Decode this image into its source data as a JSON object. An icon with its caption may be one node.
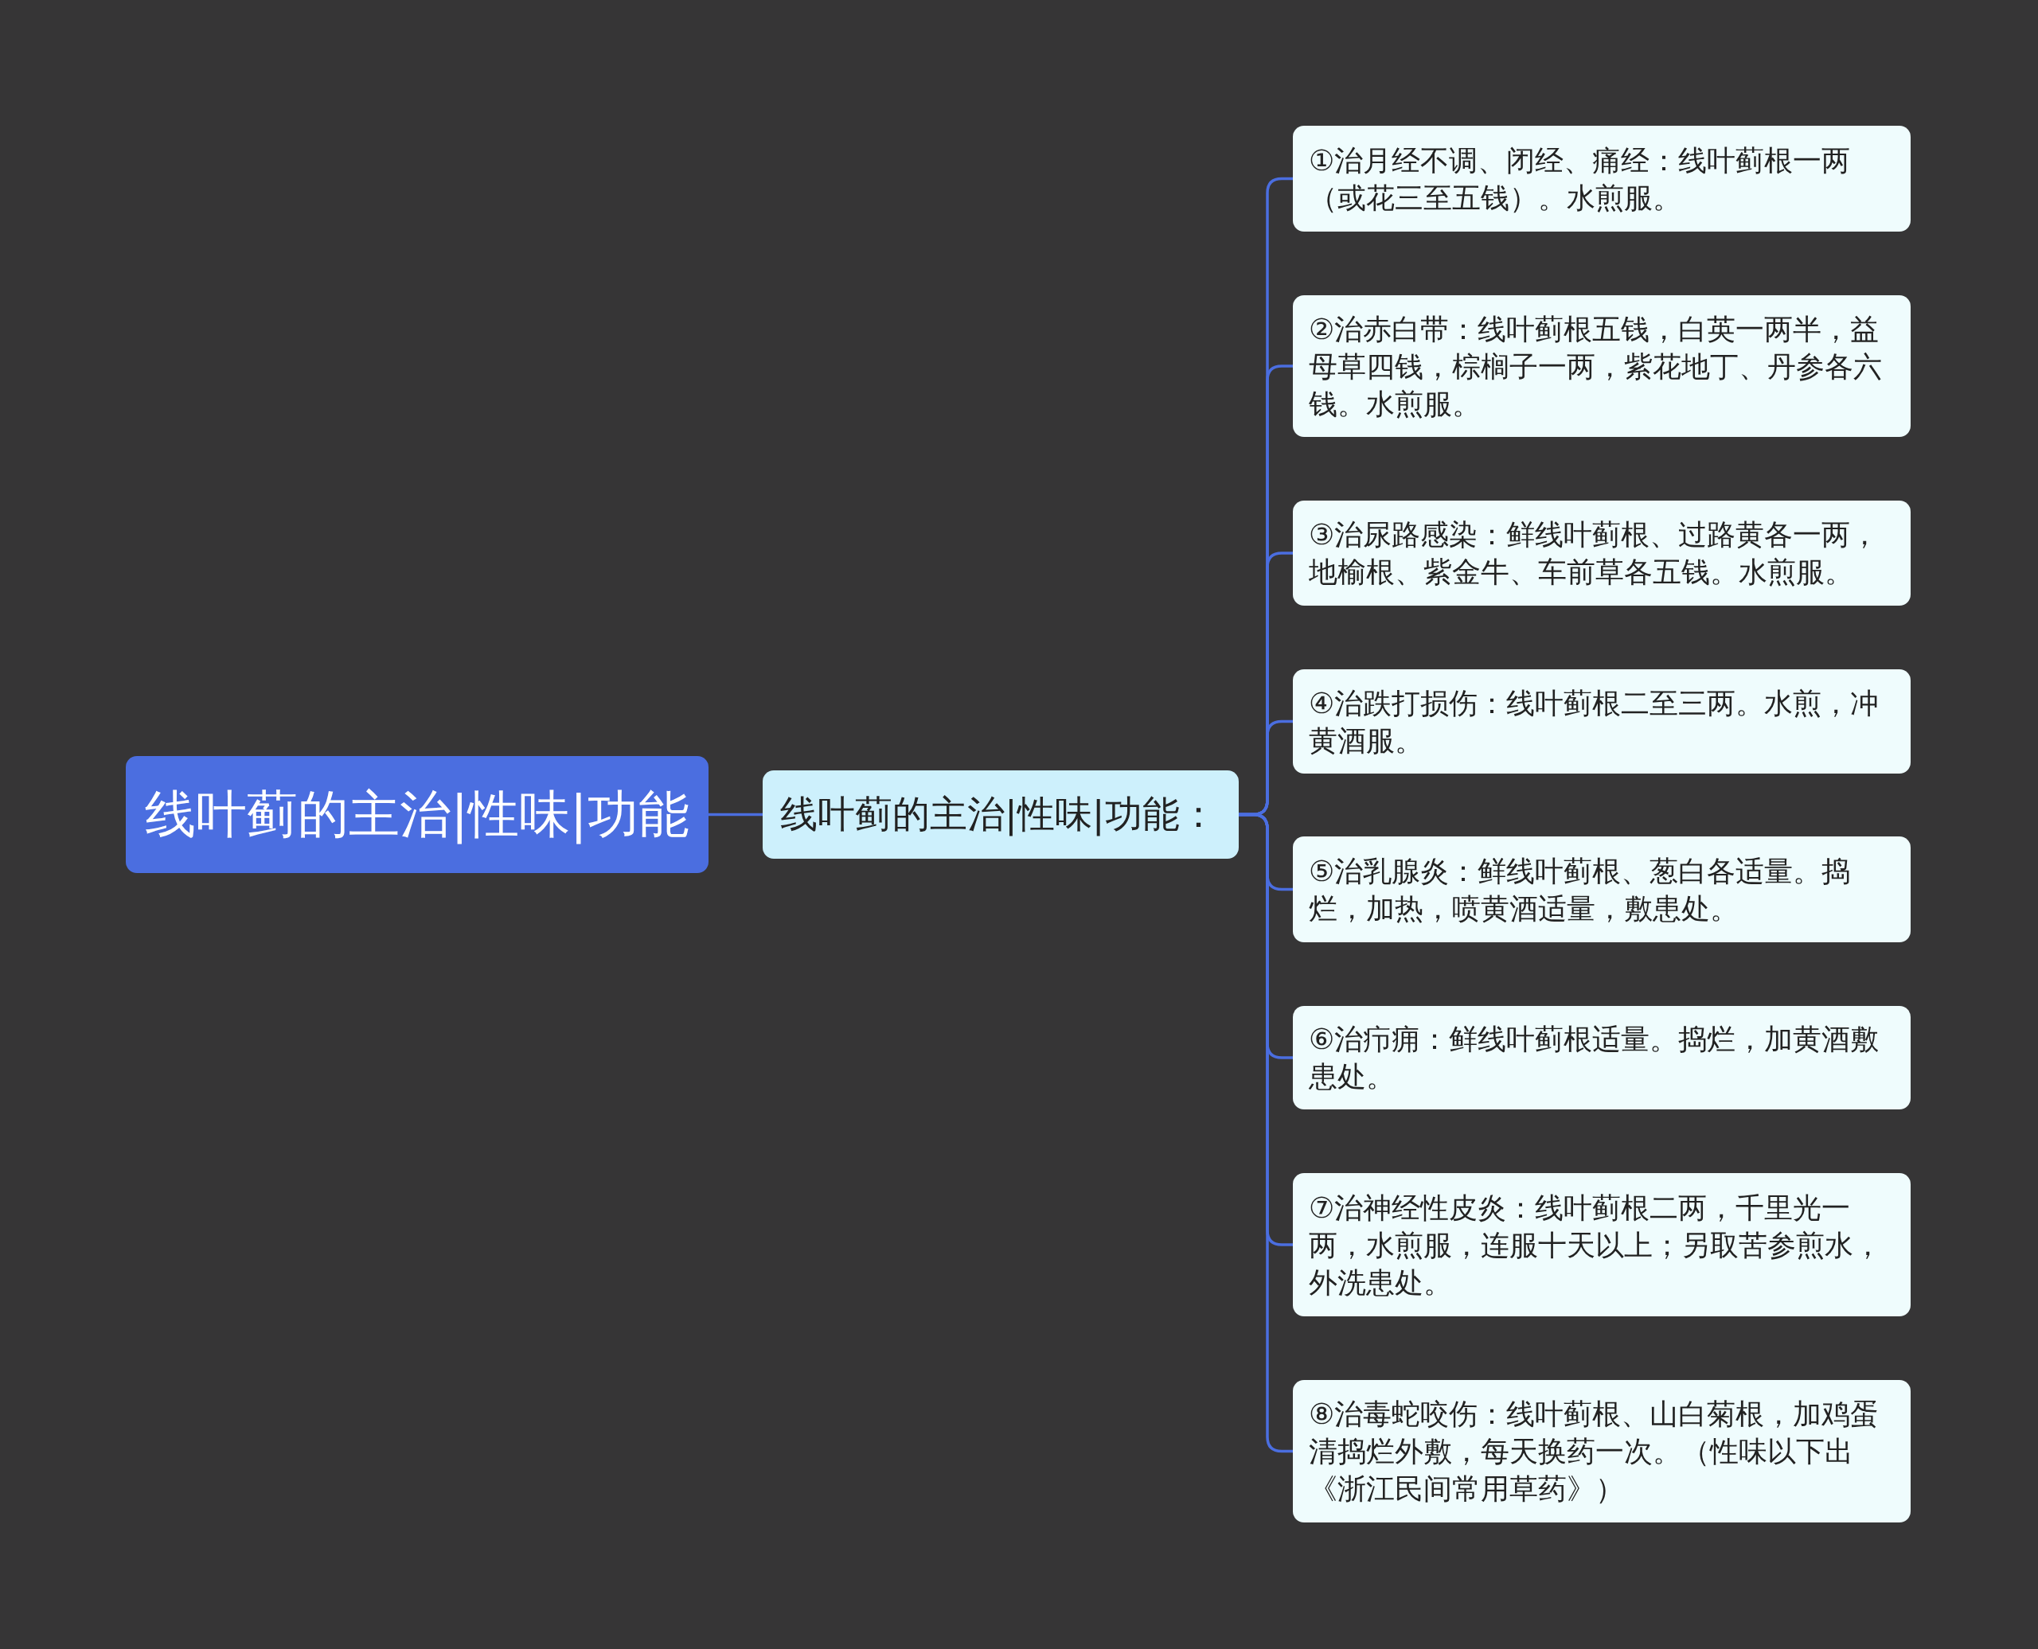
{
  "diagram": {
    "nodes": [
      {
        "text": [
          "线叶蓟的主治|性味|功能"
        ]
      },
      {
        "text": [
          "线叶蓟的主治|性味|功能："
        ]
      },
      {
        "text": [
          "①治月经不调、闭经、痛经：线叶蓟根一两（或花三至五钱）。水煎服。"
        ]
      },
      {
        "text": [
          "②治赤白带：线叶蓟根五钱，白英一两半，益母草四钱，棕榈子一两，紫花地丁、丹参各六钱。水煎服。"
        ]
      },
      {
        "text": [
          "③治尿路感染：鲜线叶蓟根、过路黄各一两，地榆根、紫金牛、车前草各五钱。水煎服。"
        ]
      },
      {
        "text": [
          "④治跌打损伤：线叶蓟根二至三两。水煎，冲黄酒服。"
        ]
      },
      {
        "text": [
          "⑤治乳腺炎：鲜线叶蓟根、葱白各适量。捣烂，加热，喷黄酒适量，敷患处。"
        ]
      },
      {
        "text": [
          "⑥治疖痈：鲜线叶蓟根适量。捣烂，加黄酒敷患处。"
        ]
      },
      {
        "text": [
          "⑦治神经性皮炎：线叶蓟根二两，千里光一两，水煎服，连服十天以上；另取苦参煎水，外洗患处。"
        ]
      },
      {
        "text": [
          "⑧治毒蛇咬伤：线叶蓟根、山白菊根，加鸡蛋清捣烂外敷，每天换药一次。（性味以下出《浙江民间常用草药》）"
        ]
      }
    ],
    "edges": [
      {
        "from": 0,
        "to": 1,
        "arrow": "none"
      },
      {
        "from": 1,
        "to": 2,
        "arrow": "none"
      },
      {
        "from": 1,
        "to": 3,
        "arrow": "none"
      },
      {
        "from": 1,
        "to": 4,
        "arrow": "none"
      },
      {
        "from": 1,
        "to": 5,
        "arrow": "none"
      },
      {
        "from": 1,
        "to": 6,
        "arrow": "none"
      },
      {
        "from": 1,
        "to": 7,
        "arrow": "none"
      },
      {
        "from": 1,
        "to": 8,
        "arrow": "none"
      },
      {
        "from": 1,
        "to": 9,
        "arrow": "none"
      }
    ]
  }
}
